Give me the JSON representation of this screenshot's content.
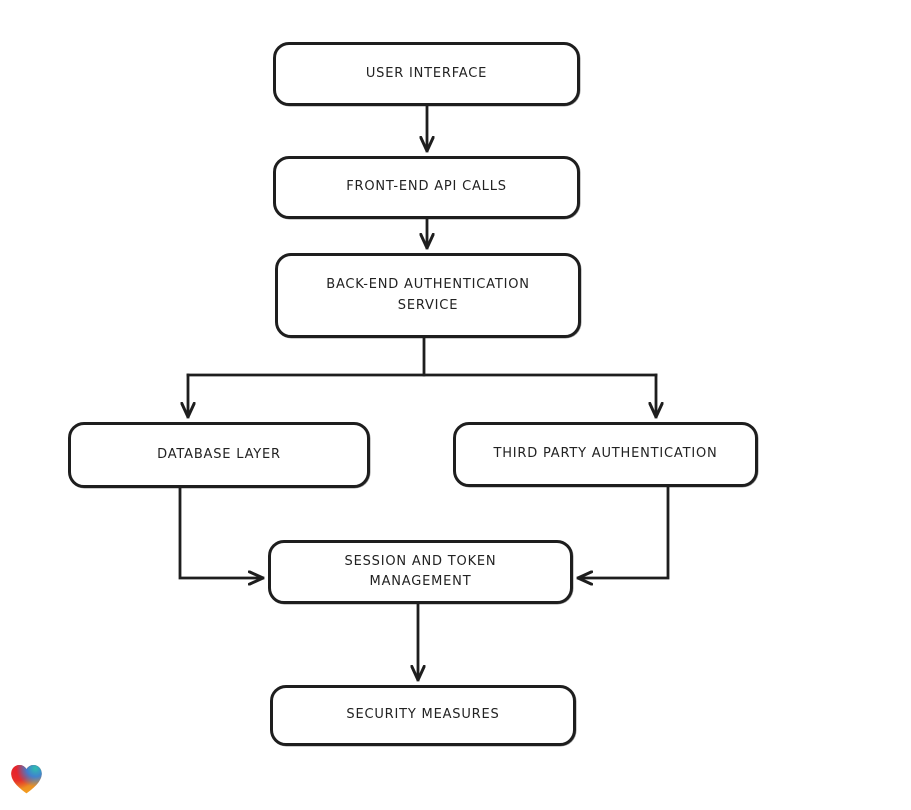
{
  "diagram": {
    "background": "#ffffff",
    "stroke_color": "#1e1e1e",
    "node_fill": "#ffffff",
    "nodes": [
      {
        "id": "user-interface",
        "label": "USER INTERFACE"
      },
      {
        "id": "front-end-api-calls",
        "label": "FRONT-END API CALLS"
      },
      {
        "id": "back-end-authentication-service",
        "label": "BACK-END AUTHENTICATION SERVICE"
      },
      {
        "id": "database-layer",
        "label": "DATABASE LAYER"
      },
      {
        "id": "third-party-authentication",
        "label": "THIRD PARTY AUTHENTICATION"
      },
      {
        "id": "session-and-token-management",
        "label": "SESSION AND TOKEN MANAGEMENT"
      },
      {
        "id": "security-measures",
        "label": "SECURITY MEASURES"
      }
    ],
    "edges": [
      {
        "from": "user-interface",
        "to": "front-end-api-calls"
      },
      {
        "from": "front-end-api-calls",
        "to": "back-end-authentication-service"
      },
      {
        "from": "back-end-authentication-service",
        "to": "database-layer"
      },
      {
        "from": "back-end-authentication-service",
        "to": "third-party-authentication"
      },
      {
        "from": "database-layer",
        "to": "session-and-token-management"
      },
      {
        "from": "third-party-authentication",
        "to": "session-and-token-management"
      },
      {
        "from": "session-and-token-management",
        "to": "security-measures"
      }
    ]
  },
  "logo": {
    "name": "gradient-heart",
    "colors": {
      "red": "#e8212b",
      "teal": "#2fbfae",
      "blue": "#2f86e0",
      "orange": "#f6a21f",
      "rust": "#c94e2e"
    }
  }
}
